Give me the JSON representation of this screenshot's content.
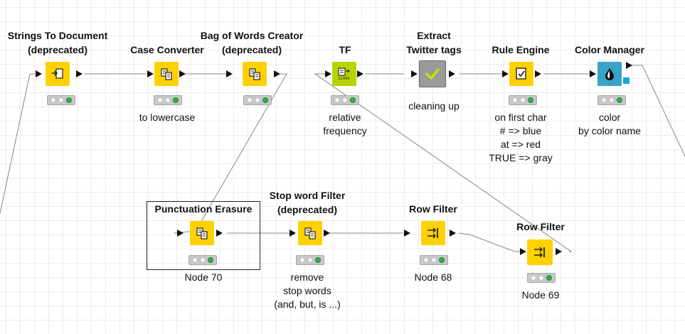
{
  "colors": {
    "manipulator": "#ffd100",
    "tf": "#b8d300",
    "metanode": "#9a9a9a",
    "visualizer": "#3aa3c8",
    "executed_light": "#2cb34a",
    "wire": "#888888"
  },
  "nodes": {
    "strings_to_document": {
      "title": "Strings To Document\n(deprecated)",
      "label": "",
      "icon": "document-convert-icon",
      "status": "executed"
    },
    "case_converter": {
      "title": "Case Converter",
      "label": "to lowercase",
      "icon": "text-transform-icon",
      "status": "executed"
    },
    "bag_of_words": {
      "title": "Bag of Words Creator\n(deprecated)",
      "label": "",
      "icon": "text-transform-icon",
      "status": "executed"
    },
    "tf": {
      "title": "TF",
      "label": "relative\nfrequency",
      "icon": "term-frequency-icon",
      "status": "executed"
    },
    "extract_twitter_tags": {
      "title": "Extract\nTwitter tags",
      "label": "cleaning up",
      "icon": "checkmark-icon",
      "status": "executed"
    },
    "rule_engine": {
      "title": "Rule Engine",
      "label": "on first char\n# => blue\nat => red\nTRUE => gray",
      "icon": "rule-icon",
      "status": "executed"
    },
    "color_manager": {
      "title": "Color Manager",
      "label": "color\nby color name",
      "icon": "color-drop-icon",
      "status": "executed"
    },
    "punctuation_erasure": {
      "title": "Punctuation Erasure",
      "label": "Node 70",
      "icon": "text-transform-icon",
      "status": "executed"
    },
    "stop_word_filter": {
      "title": "Stop word Filter\n(deprecated)",
      "label": "remove\nstop words\n(and, but, is ...)",
      "icon": "text-transform-icon",
      "status": "executed"
    },
    "row_filter_68": {
      "title": "Row Filter",
      "label": "Node 68",
      "icon": "filter-arrows-icon",
      "status": "executed"
    },
    "row_filter_69": {
      "title": "Row Filter",
      "label": "Node 69",
      "icon": "filter-arrows-icon",
      "status": "executed"
    }
  }
}
